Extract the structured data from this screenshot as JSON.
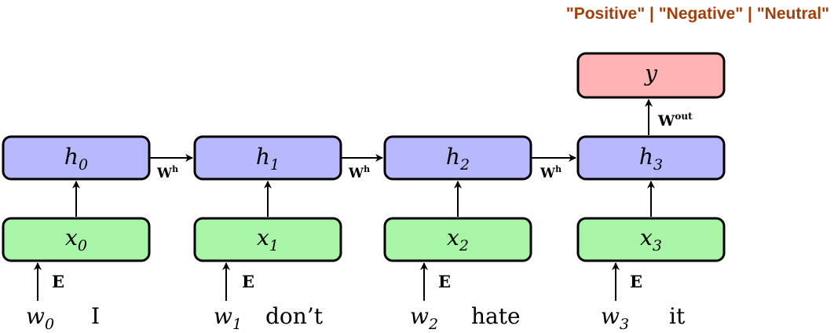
{
  "output_classes": "\"Positive\" | \"Negative\" | \"Neutral\"",
  "colors": {
    "hidden": "#b8b8ff",
    "input": "#a8f5a8",
    "output": "#ffb3b3",
    "title": "#a0400b"
  },
  "steps": [
    {
      "h_base": "h",
      "h_sub": "0",
      "x_base": "x",
      "x_sub": "0",
      "w_base": "w",
      "w_sub": "0",
      "word": "I"
    },
    {
      "h_base": "h",
      "h_sub": "1",
      "x_base": "x",
      "x_sub": "1",
      "w_base": "w",
      "w_sub": "1",
      "word": "don’t"
    },
    {
      "h_base": "h",
      "h_sub": "2",
      "x_base": "x",
      "x_sub": "2",
      "w_base": "w",
      "w_sub": "2",
      "word": "hate"
    },
    {
      "h_base": "h",
      "h_sub": "3",
      "x_base": "x",
      "x_sub": "3",
      "w_base": "w",
      "w_sub": "3",
      "word": "it"
    }
  ],
  "embed_label": "E",
  "recurrent_weight": {
    "base": "W",
    "sup": "h"
  },
  "output_weight": {
    "base": "W",
    "sup": "out"
  },
  "output_label": "y"
}
